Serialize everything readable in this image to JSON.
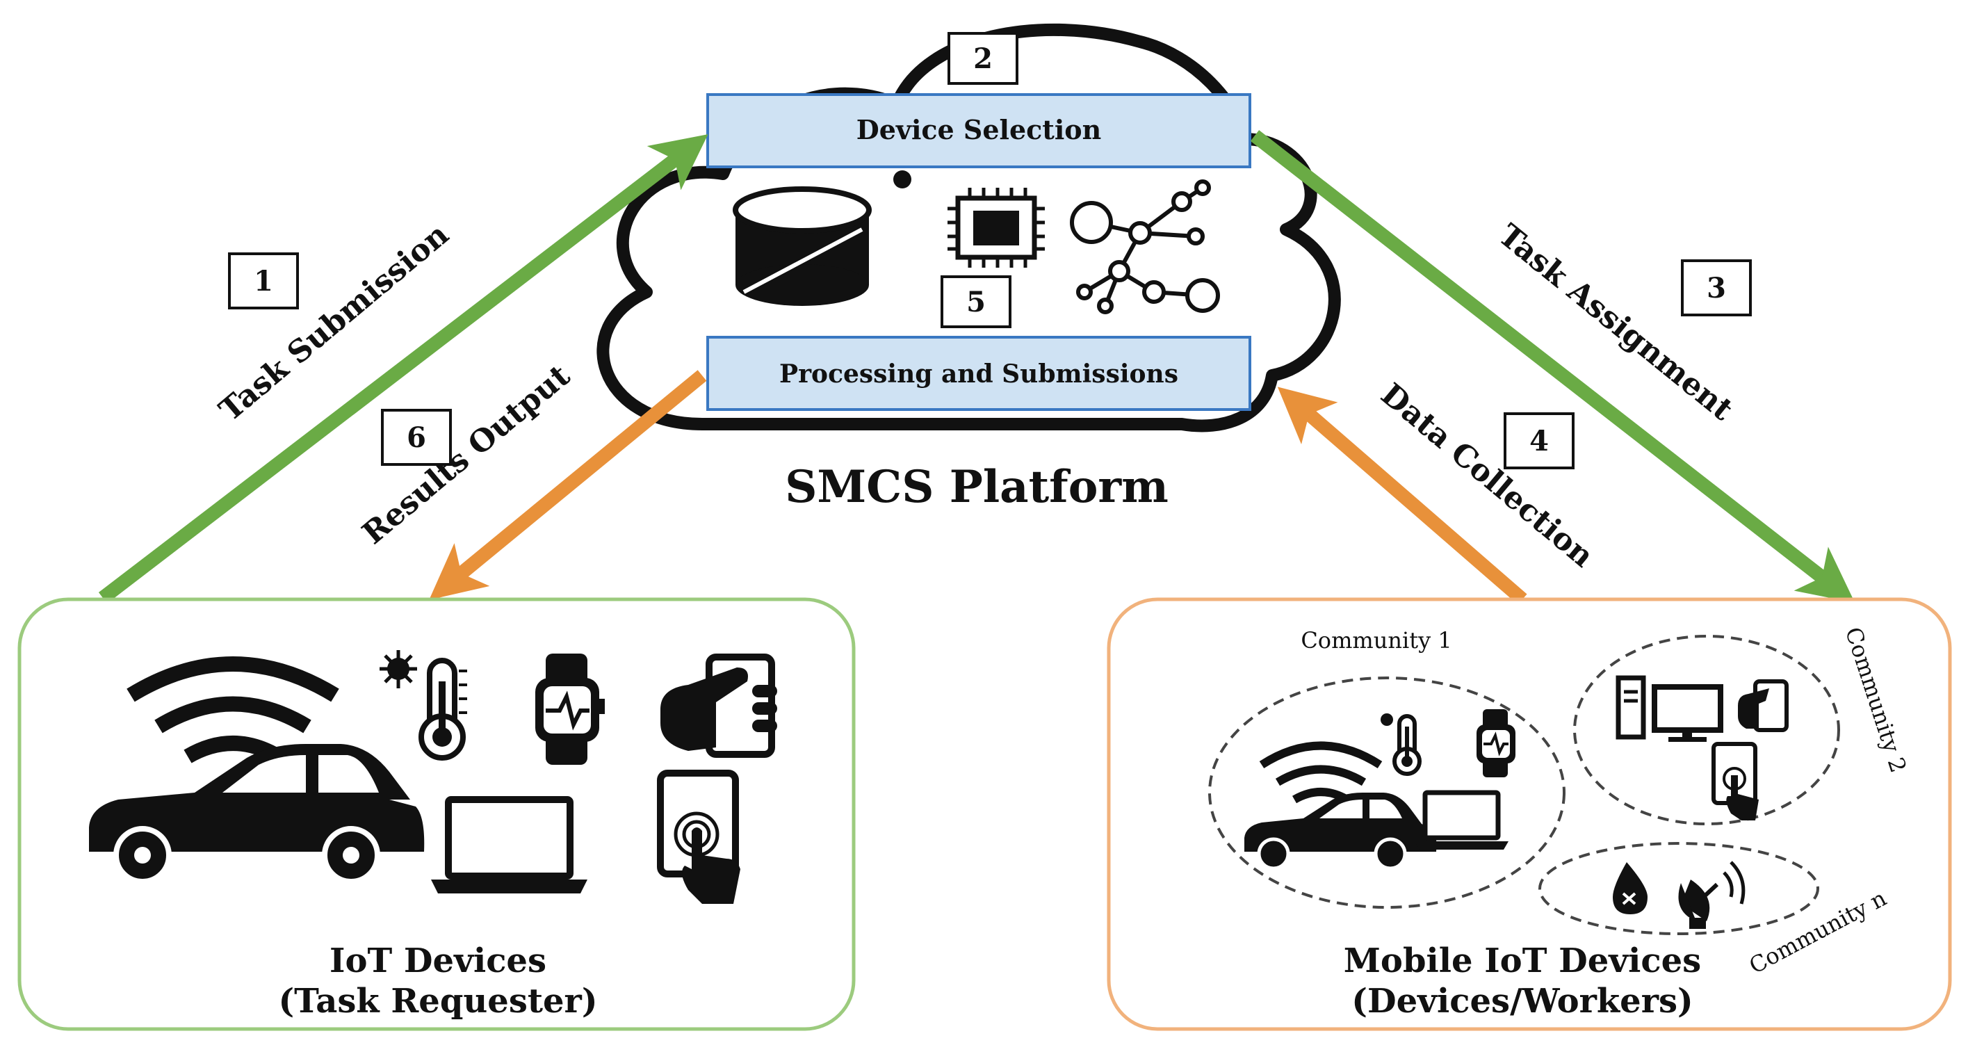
{
  "platform": {
    "title": "SMCS Platform",
    "top_box": "Device Selection",
    "bottom_box": "Processing and Submissions"
  },
  "steps": {
    "s1": {
      "num": "1",
      "label": "Task Submission"
    },
    "s2": {
      "num": "2"
    },
    "s3": {
      "num": "3",
      "label": "Task Assignment"
    },
    "s4": {
      "num": "4",
      "label": "Data Collection"
    },
    "s5": {
      "num": "5"
    },
    "s6": {
      "num": "6",
      "label": "Results Output"
    }
  },
  "left_group": {
    "title": "IoT Devices",
    "subtitle": "(Task Requester)"
  },
  "right_group": {
    "title": "Mobile IoT Devices",
    "subtitle": "(Devices/Workers)",
    "communities": [
      "Community 1",
      "Community 2",
      "Community n"
    ]
  },
  "colors": {
    "green_arrow": "#6aab45",
    "orange_arrow": "#e8913a",
    "box_fill": "#cfe2f3",
    "box_stroke": "#3a78c2",
    "left_panel_stroke": "#9ccb7e",
    "right_panel_stroke": "#f1b27c"
  },
  "icons": [
    "database-icon",
    "chip-icon",
    "network-icon",
    "wifi-icon",
    "car-icon",
    "thermometer-icon",
    "smartwatch-icon",
    "hand-phone-icon",
    "laptop-icon",
    "touch-tablet-icon",
    "desktop-icon",
    "satellite-dish-icon",
    "drop-icon"
  ]
}
